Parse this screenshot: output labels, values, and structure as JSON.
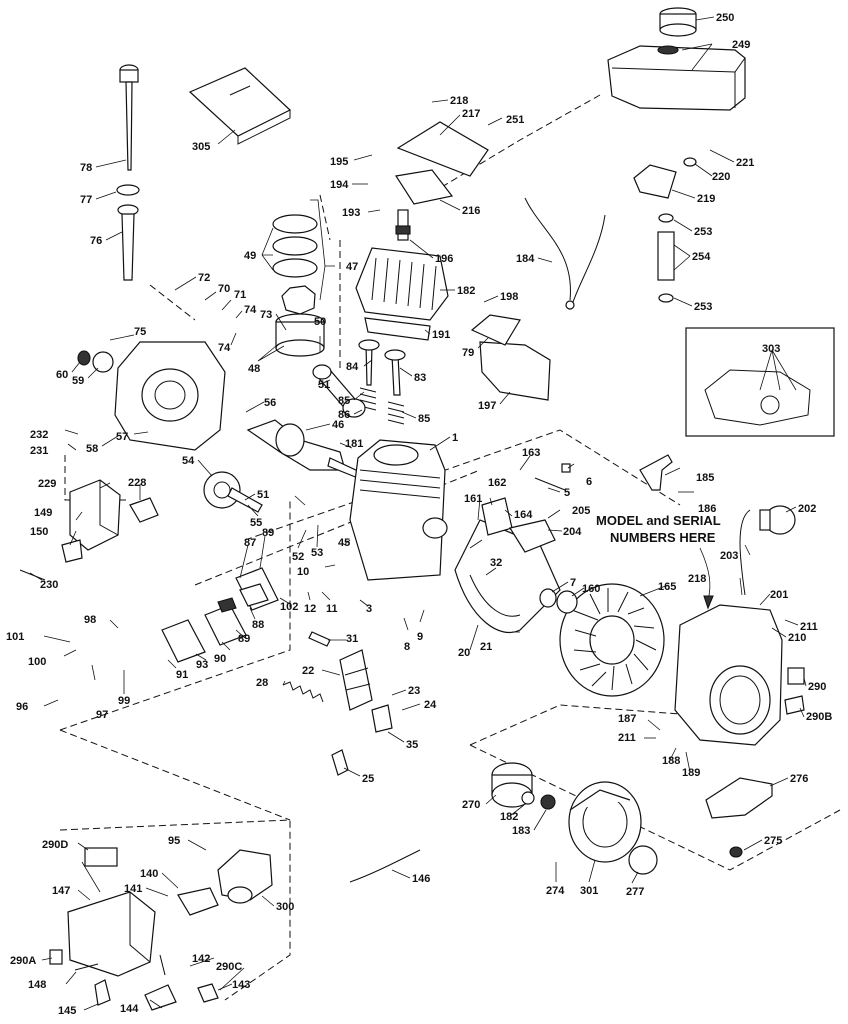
{
  "note": {
    "line1": "MODEL and SERIAL",
    "line2": "NUMBERS HERE"
  },
  "callouts": {
    "c1": "1",
    "c3": "3",
    "c5": "5",
    "c6": "6",
    "c7": "7",
    "c8": "8",
    "c9": "9",
    "c10": "10",
    "c11": "11",
    "c12": "12",
    "c20": "20",
    "c21": "21",
    "c22": "22",
    "c23": "23",
    "c24": "24",
    "c25": "25",
    "c28": "28",
    "c31": "31",
    "c32": "32",
    "c35": "35",
    "c45": "45",
    "c46": "46",
    "c47": "47",
    "c48": "48",
    "c49": "49",
    "c50": "50",
    "c51a": "51",
    "c51b": "51",
    "c52": "52",
    "c53": "53",
    "c54": "54",
    "c55": "55",
    "c56": "56",
    "c57": "57",
    "c58": "58",
    "c59": "59",
    "c60": "60",
    "c70": "70",
    "c71": "71",
    "c72": "72",
    "c73": "73",
    "c74a": "74",
    "c74b": "74",
    "c75": "75",
    "c76": "76",
    "c77": "77",
    "c78": "78",
    "c79": "79",
    "c83": "83",
    "c84": "84",
    "c85a": "85",
    "c85b": "85",
    "c86": "86",
    "c87": "87",
    "c88": "88",
    "c89a": "89",
    "c89b": "89",
    "c90": "90",
    "c91": "91",
    "c93": "93",
    "c95": "95",
    "c96": "96",
    "c97": "97",
    "c98": "98",
    "c99": "99",
    "c100": "100",
    "c101": "101",
    "c102": "102",
    "c140": "140",
    "c141": "141",
    "c142": "142",
    "c143": "143",
    "c144": "144",
    "c145": "145",
    "c146": "146",
    "c147": "147",
    "c148": "148",
    "c149": "149",
    "c150": "150",
    "c160": "160",
    "c161": "161",
    "c162": "162",
    "c163": "163",
    "c164": "164",
    "c165": "165",
    "c181": "181",
    "c182a": "182",
    "c182b": "182",
    "c183": "183",
    "c184": "184",
    "c185": "185",
    "c186": "186",
    "c187": "187",
    "c188": "188",
    "c189": "189",
    "c191": "191",
    "c193": "193",
    "c194": "194",
    "c195": "195",
    "c196": "196",
    "c197": "197",
    "c198": "198",
    "c201": "201",
    "c202": "202",
    "c203": "203",
    "c204": "204",
    "c205": "205",
    "c210": "210",
    "c211a": "211",
    "c211b": "211",
    "c216": "216",
    "c217": "217",
    "c218a": "218",
    "c218b": "218",
    "c219": "219",
    "c220": "220",
    "c221": "221",
    "c228": "228",
    "c229": "229",
    "c230": "230",
    "c231": "231",
    "c232": "232",
    "c249": "249",
    "c250": "250",
    "c251": "251",
    "c253a": "253",
    "c253b": "253",
    "c254": "254",
    "c270": "270",
    "c274": "274",
    "c275": "275",
    "c276": "276",
    "c277": "277",
    "c290": "290",
    "c290A": "290A",
    "c290B": "290B",
    "c290C": "290C",
    "c290D": "290D",
    "c300": "300",
    "c301": "301",
    "c303": "303",
    "c305": "305"
  }
}
